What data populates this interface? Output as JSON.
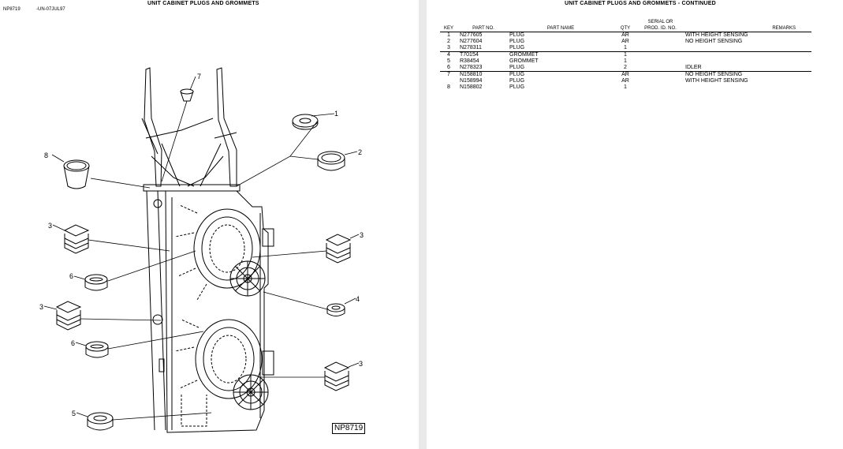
{
  "left_page": {
    "title": "UNIT CABINET PLUGS AND GROMMETS",
    "code": "NP8719",
    "date_code": "-UN-07JUL97",
    "figure_label": "NP8719",
    "callouts": [
      "1",
      "2",
      "3",
      "3",
      "3",
      "3",
      "4",
      "5",
      "6",
      "6",
      "7",
      "8"
    ]
  },
  "right_page": {
    "title": "UNIT CABINET PLUGS AND GROMMETS - CONTINUED",
    "headers": {
      "key": "KEY",
      "part_no": "PART NO.",
      "part_name": "PART NAME",
      "qty": "QTY",
      "serial_1": "SERIAL OR",
      "serial_2": "PROD. ID. NO.",
      "remarks": "REMARKS"
    },
    "rows": [
      {
        "key": "1",
        "part_no": "N277605",
        "part_name": "PLUG",
        "qty": "AR",
        "serial": "",
        "remarks": "WITH HEIGHT SENSING"
      },
      {
        "key": "2",
        "part_no": "N277604",
        "part_name": "PLUG",
        "qty": "AR",
        "serial": "",
        "remarks": "NO HEIGHT SENSING"
      },
      {
        "key": "3",
        "part_no": "N278311",
        "part_name": "PLUG",
        "qty": "1",
        "serial": "",
        "remarks": ""
      },
      {
        "key": "4",
        "part_no": "T70154",
        "part_name": "GROMMET",
        "qty": "1",
        "serial": "",
        "remarks": ""
      },
      {
        "key": "5",
        "part_no": "R38454",
        "part_name": "GROMMET",
        "qty": "1",
        "serial": "",
        "remarks": ""
      },
      {
        "key": "6",
        "part_no": "N278323",
        "part_name": "PLUG",
        "qty": "2",
        "serial": "",
        "remarks": "IDLER"
      },
      {
        "key": "7",
        "part_no": "N158810",
        "part_name": "PLUG",
        "qty": "AR",
        "serial": "",
        "remarks": "NO HEIGHT SENSING"
      },
      {
        "key": "",
        "part_no": "N158994",
        "part_name": "PLUG",
        "qty": "AR",
        "serial": "",
        "remarks": "WITH HEIGHT SENSING"
      },
      {
        "key": "8",
        "part_no": "N158802",
        "part_name": "PLUG",
        "qty": "1",
        "serial": "",
        "remarks": ""
      }
    ]
  }
}
